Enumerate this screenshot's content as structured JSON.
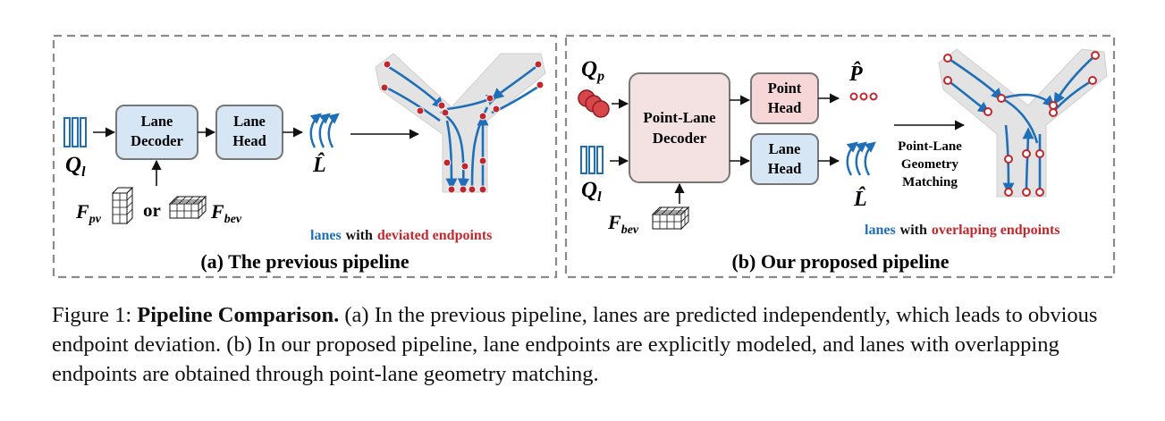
{
  "panel_a": {
    "lane_decoder": [
      "Lane",
      "Decoder"
    ],
    "lane_head": [
      "Lane",
      "Head"
    ],
    "q_l": "Q",
    "q_l_sub": "l",
    "l_hat": "L̂",
    "f_pv": "F",
    "f_pv_sub": "pv",
    "or": "or",
    "f_bev": "F",
    "f_bev_sub": "bev",
    "legend_lanes": "lanes",
    "legend_with": "with",
    "legend_endpoints": "deviated endpoints",
    "title": "(a) The previous pipeline"
  },
  "panel_b": {
    "q_p": "Q",
    "q_p_sub": "p",
    "q_l": "Q",
    "q_l_sub": "l",
    "decoder": [
      "Point-Lane",
      "Decoder"
    ],
    "point_head": [
      "Point",
      "Head"
    ],
    "lane_head": [
      "Lane",
      "Head"
    ],
    "p_hat": "P̂",
    "l_hat": "L̂",
    "f_bev": "F",
    "f_bev_sub": "bev",
    "matching": [
      "Point-Lane",
      "Geometry",
      "Matching"
    ],
    "legend_lanes": "lanes",
    "legend_with": "with",
    "legend_endpoints": "overlaping endpoints",
    "title": "(b) Our proposed pipeline"
  },
  "caption": {
    "prefix": "Figure 1: ",
    "bold": "Pipeline Comparison.",
    "text": " (a) In the previous pipeline, lanes are predicted independently, which leads to obvious endpoint deviation. (b) In our proposed pipeline, lane endpoints are explicitly modeled, and lanes with overlapping endpoints are obtained through point-lane geometry matching."
  },
  "colors": {
    "lane_blue": "#1f6fb8",
    "endpoint_red": "#c0282d",
    "box_blue": "#d6e6f5",
    "box_pink": "#f6d6d6",
    "border_gray": "#808080"
  }
}
